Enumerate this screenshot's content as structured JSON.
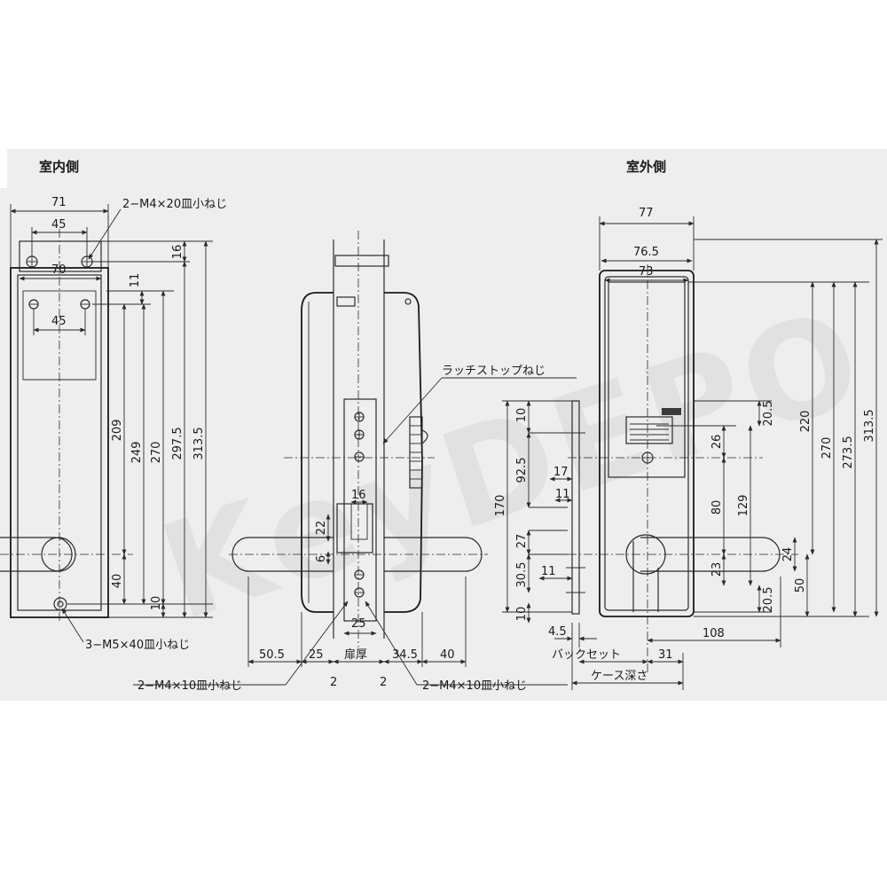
{
  "views": {
    "indoor": {
      "title": "室内側",
      "dims": {
        "w71": "71",
        "w45a": "45",
        "w70": "70",
        "w45b": "45",
        "h16": "16",
        "h11": "11",
        "h209": "209",
        "h249": "249",
        "h270": "270",
        "h297": "297.5",
        "h313": "313.5",
        "h40": "40",
        "h10": "10"
      },
      "callouts": {
        "top_screw": "2−M4×20皿小ねじ",
        "bottom_screw": "3−M5×40皿小ねじ"
      }
    },
    "side": {
      "dims": {
        "d505": "50.5",
        "d25": "25",
        "door": "扉厚",
        "d345": "34.5",
        "d40": "40",
        "d2a": "2",
        "d2b": "2",
        "d16": "16",
        "d22": "22",
        "d6": "6",
        "d25b": "25"
      },
      "callouts": {
        "latch": "ラッチストップねじ",
        "left_screw": "2−M4×10皿小ねじ",
        "right_screw": "2−M4×10皿小ねじ"
      }
    },
    "outdoor": {
      "title": "室外側",
      "dims": {
        "w77": "77",
        "w765": "76.5",
        "w73": "73",
        "v10a": "10",
        "v925": "92.5",
        "v170": "170",
        "v17": "17",
        "v11a": "11",
        "v27": "27",
        "v305": "30.5",
        "v11b": "11",
        "v10b": "10",
        "v45": "4.5",
        "r205a": "20.5",
        "r26": "26",
        "r80": "80",
        "r129": "129",
        "r23": "23",
        "r24": "24",
        "r50": "50",
        "r205b": "20.5",
        "r220": "220",
        "r270": "270",
        "r2735": "273.5",
        "r3135": "313.5",
        "r108": "108",
        "r31": "31"
      },
      "labels": {
        "backset": "バックセット",
        "case_depth": "ケース深さ"
      }
    }
  },
  "watermark": "KeyDEPO"
}
